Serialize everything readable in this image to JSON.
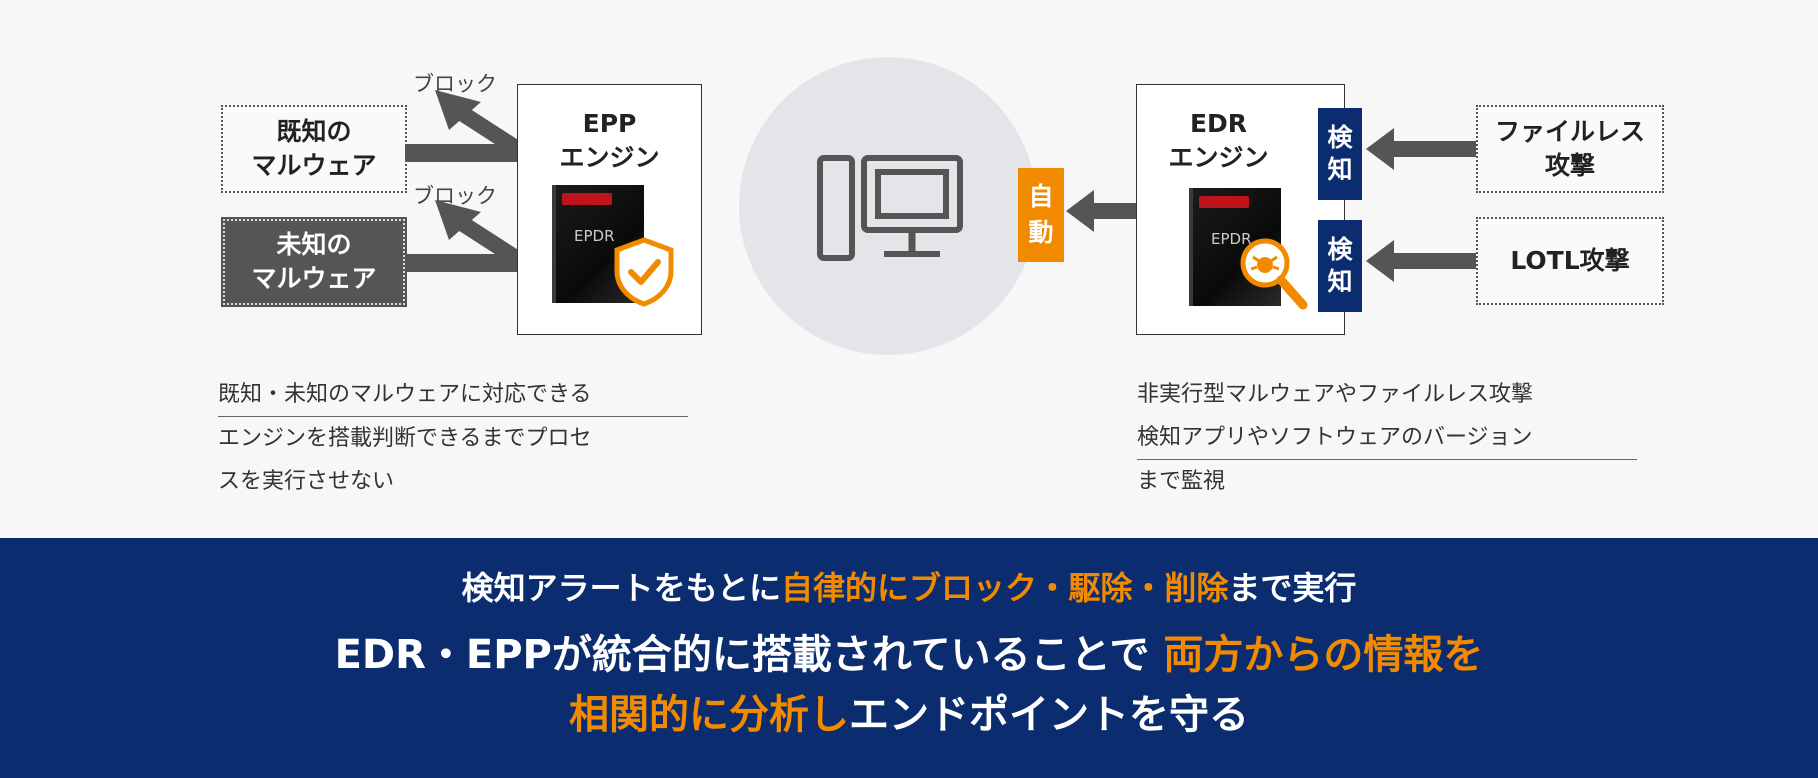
{
  "epp": {
    "block_label_1": "ブロック",
    "block_label_2": "ブロック",
    "known_malware": [
      "既知の",
      "マルウェア"
    ],
    "unknown_malware": [
      "未知の",
      "マルウェア"
    ],
    "engine_title": [
      "EPP",
      "エンジン"
    ],
    "product_text": "EPDR",
    "description": [
      "既知・未知のマルウェアに対応できる",
      "エンジンを搭載判断できるまでプロセ",
      "スを実行させない"
    ]
  },
  "edr": {
    "engine_title": [
      "EDR",
      "エンジン"
    ],
    "product_text": "EPDR",
    "detect_tag_1": [
      "検",
      "知"
    ],
    "detect_tag_2": [
      "検",
      "知"
    ],
    "auto_tag": [
      "自",
      "動"
    ],
    "fileless": [
      "ファイルレス",
      "攻撃"
    ],
    "lotl": "LOTL攻撃",
    "description": [
      "非実行型マルウェアやファイルレス攻撃",
      "検知アプリやソフトウェアのバージョン",
      "まで監視"
    ]
  },
  "banner": {
    "line1_a": "検知アラートをもとに",
    "line1_b": "自律的にブロック・駆除・削除",
    "line1_c": "まで実行",
    "line2_a": "EDR・EPPが統合的に搭載されていることで ",
    "line2_b": "両方からの情報を",
    "line3_a": "相関的に分析し",
    "line3_b": "エンドポイントを守る"
  },
  "colors": {
    "navy": "#0b2d6f",
    "orange": "#f28a00",
    "dark_gray": "#555555"
  },
  "icons": [
    "computer-icon",
    "shield-check-icon",
    "magnifier-bug-icon",
    "arrow-icon"
  ]
}
